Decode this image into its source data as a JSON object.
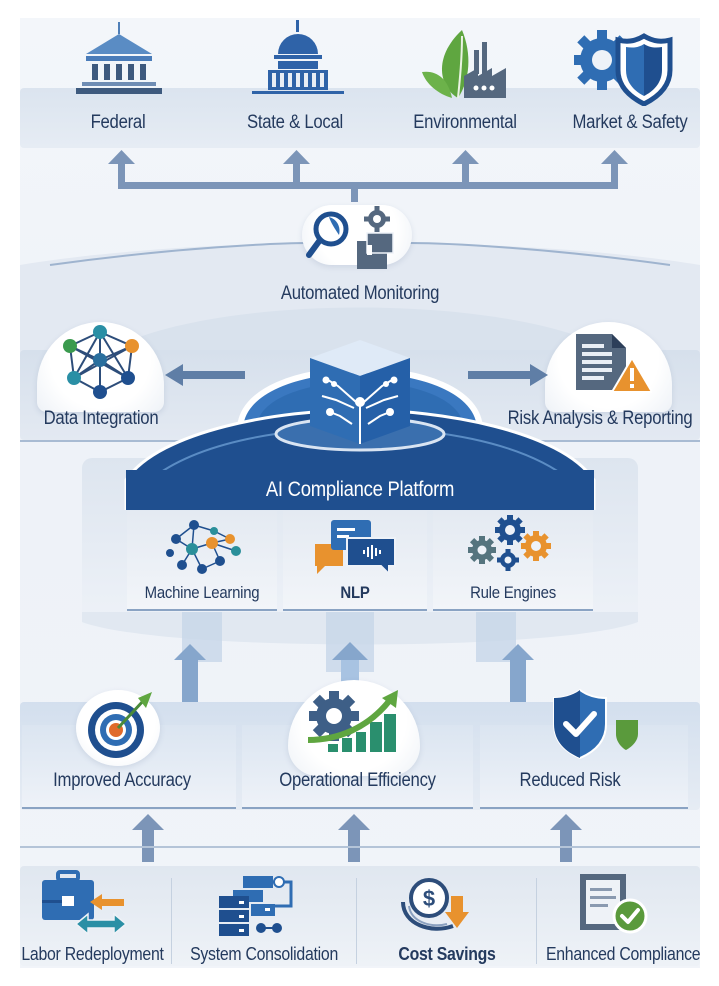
{
  "title": "AI Compliance Platform",
  "colors": {
    "navy": "#1f4f8f",
    "blue": "#2f6db3",
    "slate": "#4a6286",
    "orange": "#e8922e",
    "green": "#5a9a3c",
    "teal": "#2a8f9a",
    "text": "#243a5e"
  },
  "regulators": [
    {
      "label": "Federal",
      "icon": "federal-building-icon"
    },
    {
      "label": "State & Local",
      "icon": "capitol-dome-icon"
    },
    {
      "label": "Environmental",
      "icon": "leaf-factory-icon"
    },
    {
      "label": "Market & Safety",
      "icon": "gear-shield-icon"
    }
  ],
  "monitoring": {
    "label": "Automated Monitoring",
    "icon": "magnifier-gear-icon"
  },
  "side_nodes": {
    "left": {
      "label": "Data Integration",
      "icon": "network-graph-icon"
    },
    "right": {
      "label": "Risk Analysis & Reporting",
      "icon": "document-warning-icon"
    }
  },
  "platform": {
    "label": "AI Compliance Platform",
    "icon": "ai-cube-icon",
    "modules": [
      {
        "label": "Machine Learning",
        "icon": "neural-network-icon"
      },
      {
        "label": "NLP",
        "icon": "chat-bubbles-icon"
      },
      {
        "label": "Rule Engines",
        "icon": "gears-icon"
      }
    ]
  },
  "benefits": [
    {
      "label": "Improved Accuracy",
      "icon": "target-icon"
    },
    {
      "label": "Operational Efficiency",
      "icon": "gear-growth-icon"
    },
    {
      "label": "Reduced Risk",
      "icon": "shield-check-icon"
    }
  ],
  "outcomes": [
    {
      "label": "Labor Redeployment",
      "icon": "briefcase-arrows-icon"
    },
    {
      "label": "System Consolidation",
      "icon": "servers-icon"
    },
    {
      "label": "Cost Savings",
      "icon": "dollar-down-icon"
    },
    {
      "label": "Enhanced Compliance",
      "icon": "document-check-icon"
    }
  ]
}
